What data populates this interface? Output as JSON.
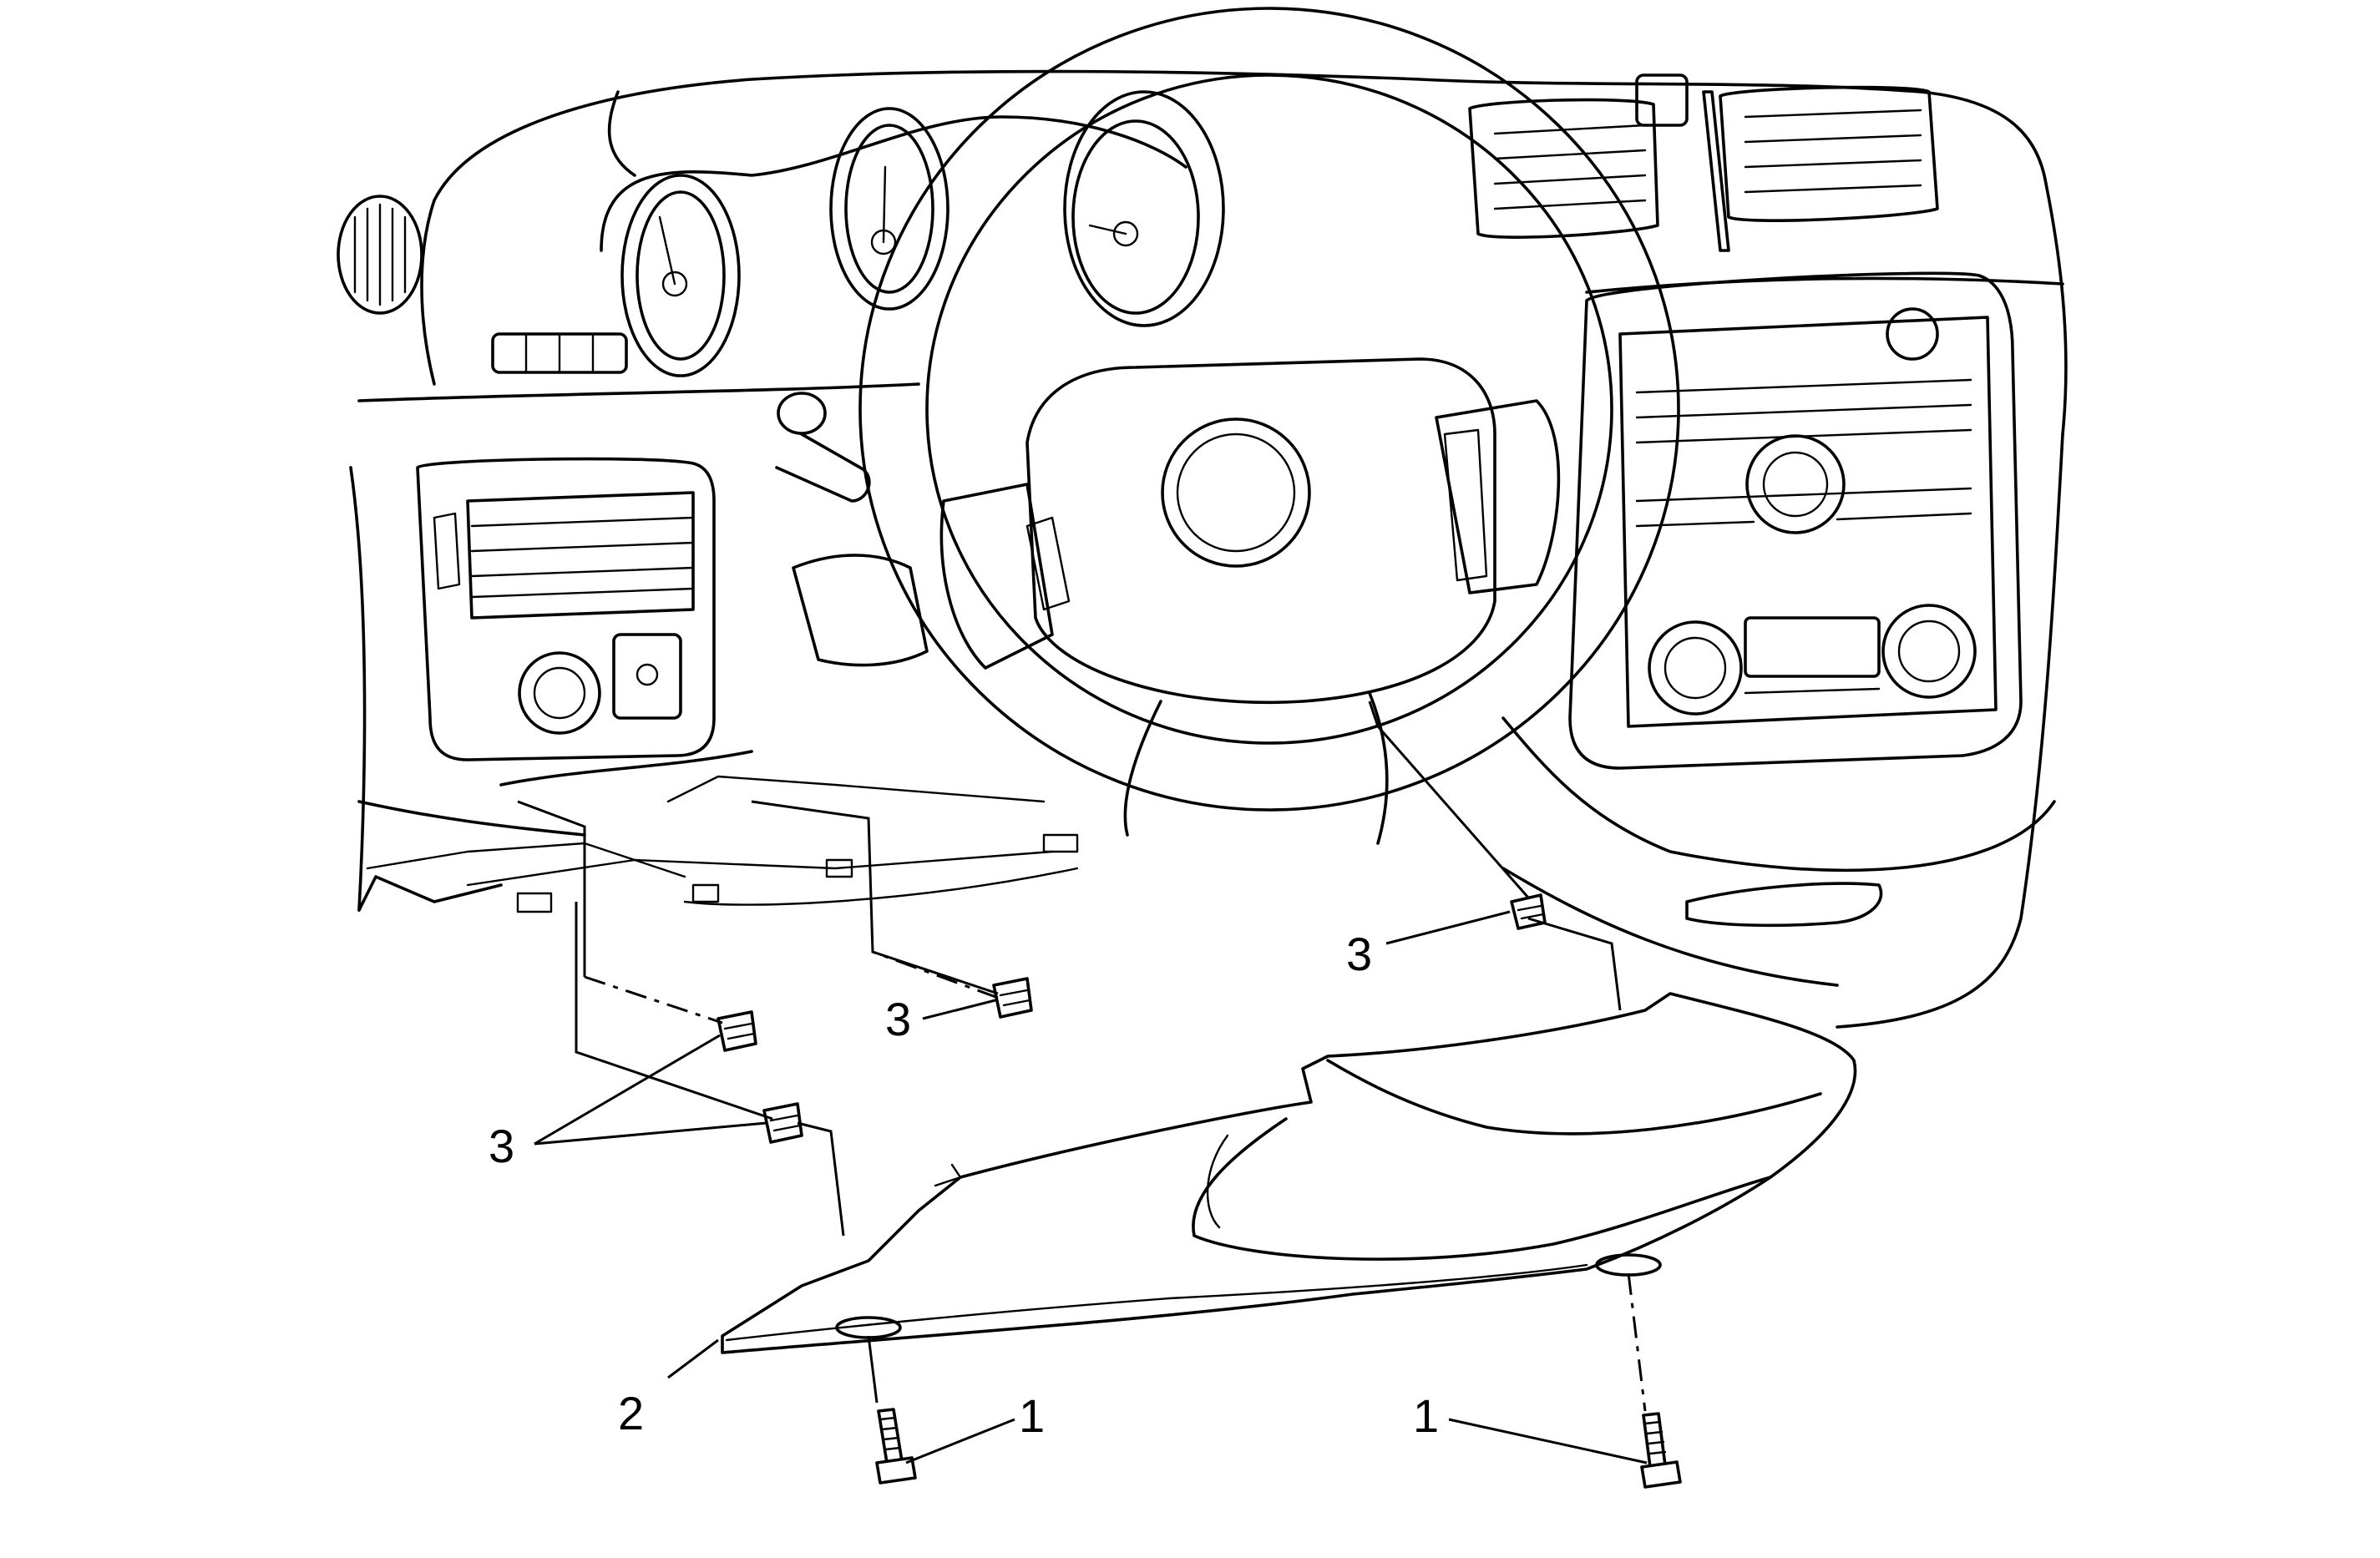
{
  "callouts": {
    "bolt_left": "1",
    "bolt_right": "1",
    "trim_panel": "2",
    "clip_right": "3",
    "clip_center": "3",
    "clip_pair": "3"
  }
}
